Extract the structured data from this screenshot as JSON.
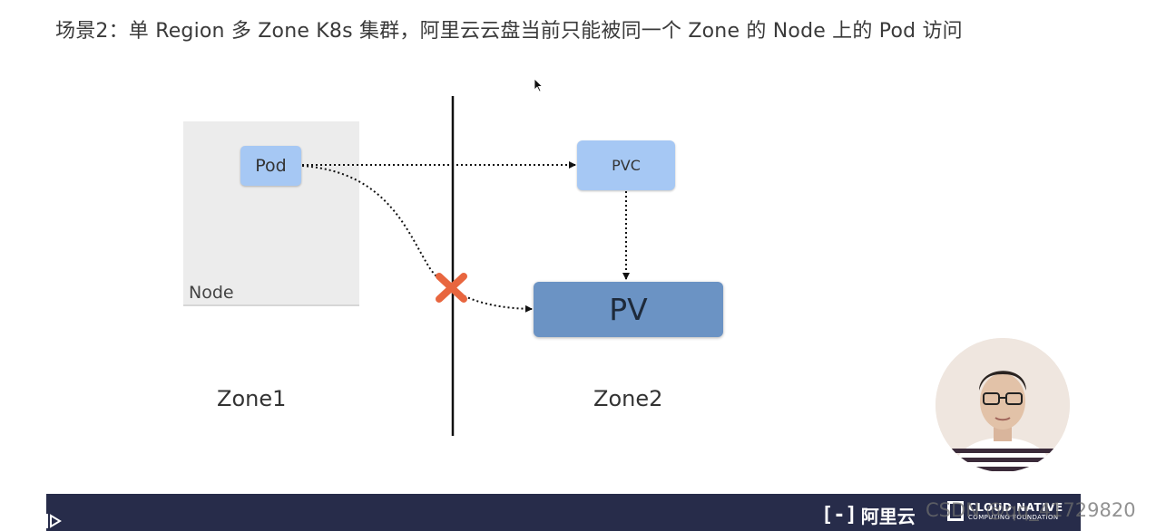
{
  "slide": {
    "title": "场景2：单 Region 多 Zone K8s 集群，阿里云云盘当前只能被同一个 Zone 的 Node 上的 Pod 访问"
  },
  "diagram": {
    "node_label": "Node",
    "pod_label": "Pod",
    "pvc_label": "PVC",
    "pv_label": "PV",
    "zones": [
      "Zone1",
      "Zone2"
    ],
    "colors": {
      "light_blue": "#a6c8f4",
      "pv_blue": "#6b93c4",
      "node_gray": "#ececec",
      "divider": "#111111",
      "cross": "#e8663f"
    }
  },
  "footer": {
    "brand_bracket": "[-]",
    "brand_name": "阿里云",
    "cncf_line1": "CLOUD NATIVE",
    "cncf_line2": "COMPUTING FOUNDATION",
    "watermark": "CSDN @qq_41729820",
    "bar_color": "#272c4a"
  },
  "icons": [
    "play-arrow-icon",
    "mouse-cursor-icon",
    "blocked-cross-icon",
    "presenter-avatar"
  ]
}
